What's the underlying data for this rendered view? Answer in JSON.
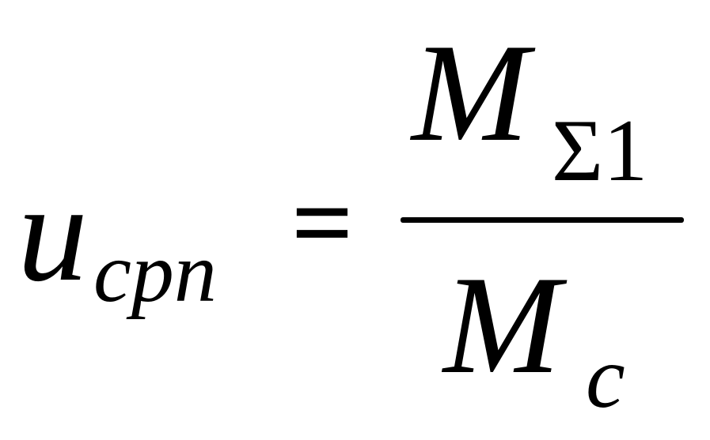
{
  "formula": {
    "lhs": {
      "variable": "u",
      "subscript": "cpn"
    },
    "operator": "=",
    "numerator": {
      "variable": "M",
      "subscript": "Σ1"
    },
    "denominator": {
      "variable": "M",
      "subscript": "c"
    }
  }
}
